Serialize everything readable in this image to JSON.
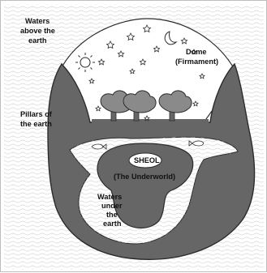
{
  "labels": {
    "waters_above": [
      "Waters",
      "above the",
      "earth"
    ],
    "dome": [
      "Dome",
      "(Firmament)"
    ],
    "pillars": [
      "Pillars of",
      "the earth"
    ],
    "sheol_title": "SHEOL",
    "sheol_subtitle": "(The Underworld)",
    "waters_under": [
      "Waters",
      "under",
      "the",
      "earth"
    ]
  },
  "colors": {
    "water_background": "#ffffff",
    "wave_lines": "#d9d9d9",
    "earth": "#666666",
    "outline": "#2b2b2b",
    "dome_sky": "#ffffff",
    "sheol_oval": "#ffffff"
  },
  "icons": [
    "sun-icon",
    "moon-icon",
    "star-icon",
    "tree-icon",
    "fish-icon"
  ]
}
